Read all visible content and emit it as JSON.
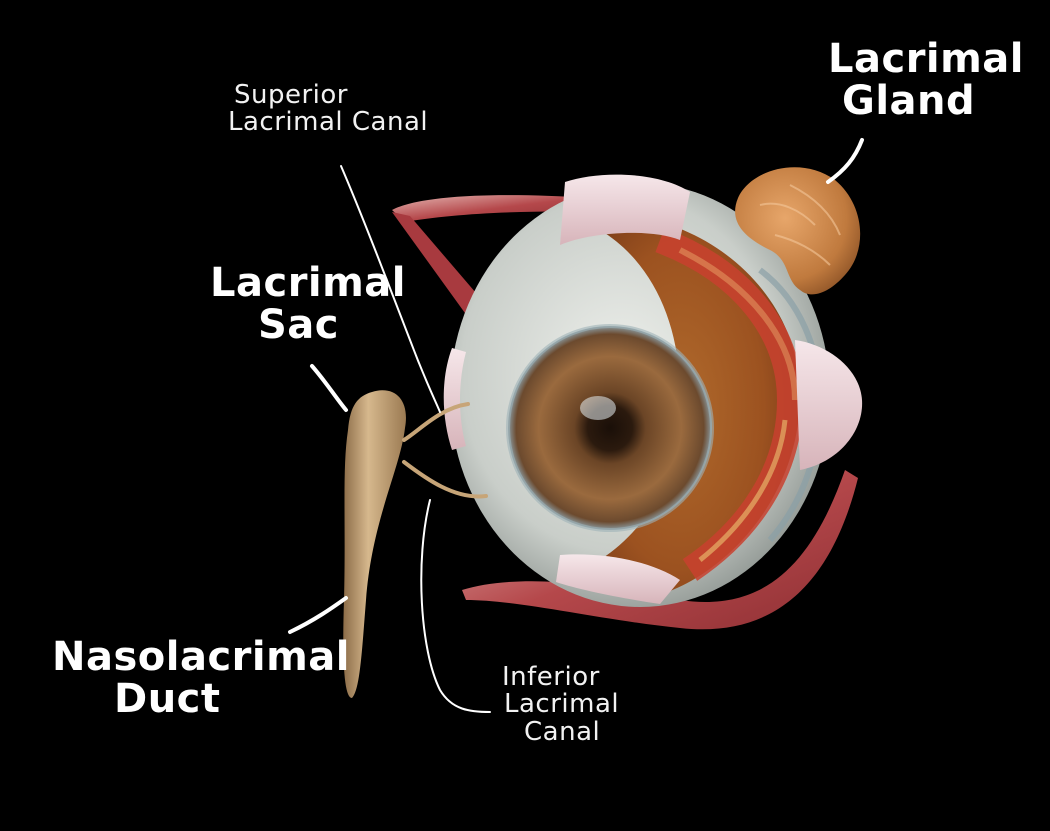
{
  "labels": {
    "lacrimal_gland": [
      "Lacrimal",
      "Gland"
    ],
    "superior_canal": [
      "Superior",
      "Lacrimal Canal"
    ],
    "lacrimal_sac": [
      "Lacrimal",
      "Sac"
    ],
    "nasolacrimal_duct": [
      "Nasolacrimal",
      "Duct"
    ],
    "inferior_canal": [
      "Inferior",
      "Lacrimal",
      "Canal"
    ]
  },
  "colors": {
    "background": "#000000",
    "label": "#ffffff",
    "sclera": "#d9dcd8",
    "iris": "#8a5a33",
    "muscle": "#b2474a",
    "gland": "#c98245",
    "duct": "#c8a77a"
  }
}
